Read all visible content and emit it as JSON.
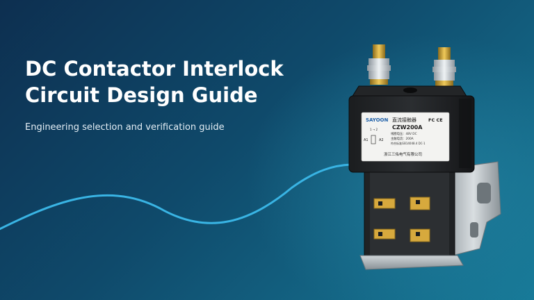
{
  "hero": {
    "title_line1": "DC Contactor Interlock",
    "title_line2": "Circuit Design Guide",
    "subtitle": "Engineering selection and verification guide"
  },
  "product": {
    "brand": "SAYOON",
    "model": "CZW200A",
    "cert_mark": "FC CE",
    "coil_left": "A1",
    "coil_right": "A2",
    "coil_top": "1 → 2",
    "label_title": "直流接触器",
    "spec_line1": "线圈电压：48V DC",
    "spec_line2": "主触电流：200A",
    "spec_line3": "符合标准GB14048.4 DC-1",
    "maker": "浙江三佑电气有限公司"
  },
  "colors": {
    "background_dark": "#0d2f50",
    "background_light": "#177a98",
    "wave": "#39b4e4",
    "title": "#ffffff"
  }
}
